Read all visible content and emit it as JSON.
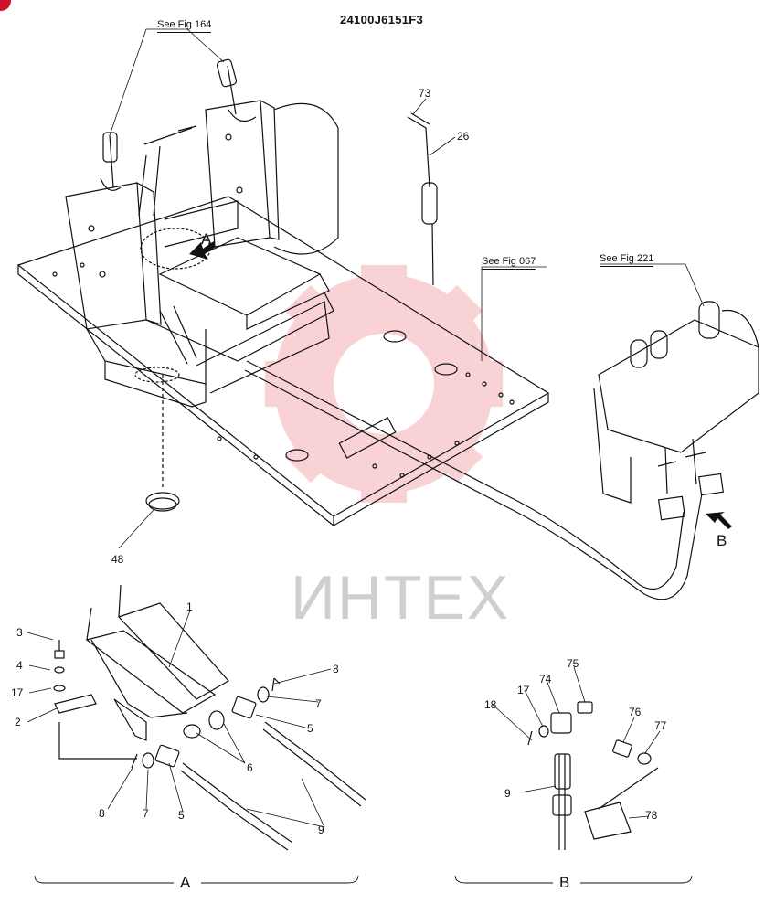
{
  "title": "24100J6151F3",
  "watermark": "ИНТЕХ",
  "refs": {
    "fig164": "See Fig 164",
    "fig067": "See Fig 067",
    "fig221": "See Fig 221"
  },
  "views": {
    "a": "A",
    "b": "B"
  },
  "parts": {
    "p73": "73",
    "p26": "26",
    "p48": "48",
    "p1": "1",
    "p3": "3",
    "p4": "4",
    "p17a": "17",
    "p2": "2",
    "p8a": "8",
    "p7a": "7",
    "p5a": "5",
    "p6": "6",
    "p8b": "8",
    "p7b": "7",
    "p5b": "5",
    "p9a": "9",
    "p18": "18",
    "p17b": "17",
    "p74": "74",
    "p75": "75",
    "p76": "76",
    "p77": "77",
    "p9b": "9",
    "p78": "78"
  },
  "colors": {
    "line": "#111111",
    "watermark": "#f4b9bf",
    "accent": "#d0112b"
  }
}
